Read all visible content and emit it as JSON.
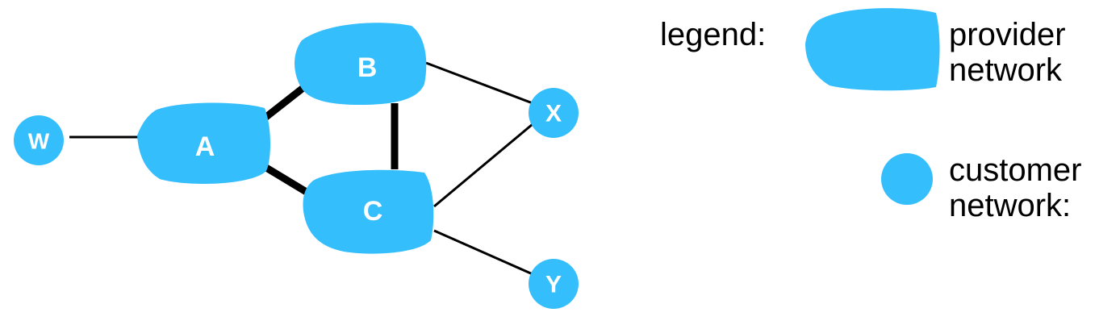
{
  "colors": {
    "network_fill": "#35BEFC",
    "label_text": "#FFFFFF",
    "link": "#000000"
  },
  "nodes": {
    "A": {
      "label": "A",
      "kind": "provider"
    },
    "B": {
      "label": "B",
      "kind": "provider"
    },
    "C": {
      "label": "C",
      "kind": "provider"
    },
    "W": {
      "label": "W",
      "kind": "customer"
    },
    "X": {
      "label": "X",
      "kind": "customer"
    },
    "Y": {
      "label": "Y",
      "kind": "customer"
    }
  },
  "links": [
    {
      "from": "W",
      "to": "A",
      "weight": "thin"
    },
    {
      "from": "A",
      "to": "B",
      "weight": "thick"
    },
    {
      "from": "A",
      "to": "C",
      "weight": "thick"
    },
    {
      "from": "B",
      "to": "C",
      "weight": "thick"
    },
    {
      "from": "B",
      "to": "X",
      "weight": "thin"
    },
    {
      "from": "C",
      "to": "X",
      "weight": "thin"
    },
    {
      "from": "C",
      "to": "Y",
      "weight": "thin"
    }
  ],
  "legend": {
    "title": "legend:",
    "provider_line1": "provider",
    "provider_line2": "network",
    "customer_line1": "customer",
    "customer_line2": "network:"
  }
}
